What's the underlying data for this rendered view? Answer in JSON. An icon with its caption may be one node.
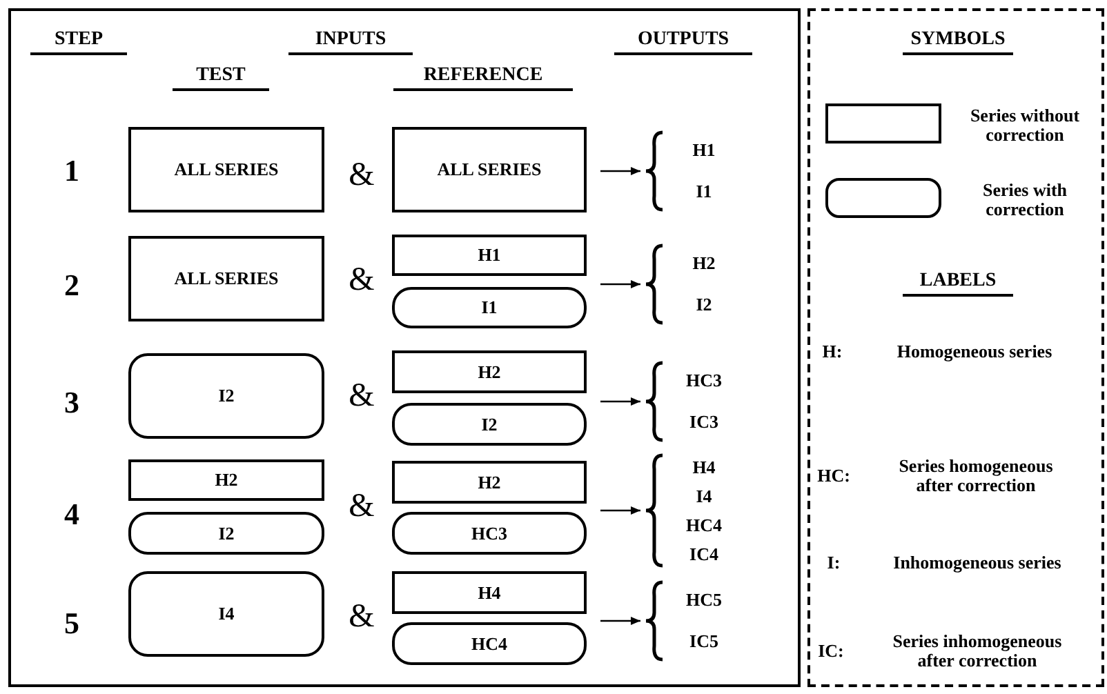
{
  "diagram": {
    "nodes": [
      {
        "text": [
          "ALL SERIES"
        ]
      },
      {
        "text": [
          "ALL SERIES"
        ]
      },
      {
        "text": [
          "H1",
          "I1"
        ]
      },
      {
        "text": [
          "ALL SERIES"
        ]
      },
      {
        "text": [
          "H1"
        ]
      },
      {
        "text": [
          "I1"
        ]
      },
      {
        "text": [
          "H2",
          "I2"
        ]
      },
      {
        "text": [
          "I2"
        ]
      },
      {
        "text": [
          "H2"
        ]
      },
      {
        "text": [
          "I2"
        ]
      },
      {
        "text": [
          "HC3",
          "IC3"
        ]
      },
      {
        "text": [
          "H2"
        ]
      },
      {
        "text": [
          "I2"
        ]
      },
      {
        "text": [
          "H2"
        ]
      },
      {
        "text": [
          "HC3"
        ]
      },
      {
        "text": [
          "H4",
          "I4",
          "HC4",
          "IC4"
        ]
      },
      {
        "text": [
          "I4"
        ]
      },
      {
        "text": [
          "H4"
        ]
      },
      {
        "text": [
          "HC4"
        ]
      },
      {
        "text": [
          "HC5",
          "IC5"
        ]
      }
    ],
    "edges": [
      {
        "from": 1,
        "to": 2,
        "arrow": "to"
      },
      {
        "from": 5,
        "to": 6,
        "arrow": "to"
      },
      {
        "from": 9,
        "to": 10,
        "arrow": "to"
      },
      {
        "from": 14,
        "to": 15,
        "arrow": "to"
      },
      {
        "from": 18,
        "to": 19,
        "arrow": "to"
      }
    ],
    "labels": [
      "STEP",
      "INPUTS",
      "OUTPUTS",
      "TEST",
      "REFERENCE",
      "1",
      "&",
      "2",
      "&",
      "3",
      "&",
      "4",
      "&",
      "5",
      "&",
      "SYMBOLS",
      "LABELS",
      "H:",
      "Homogeneous series",
      "HC:",
      "Series homogeneous after correction",
      "I:",
      "Inhomogeneous series",
      "IC:",
      "Series inhomogeneous after correction"
    ],
    "legend": [
      {
        "text": "Series without correction"
      },
      {
        "text": "Series with correction"
      }
    ]
  }
}
